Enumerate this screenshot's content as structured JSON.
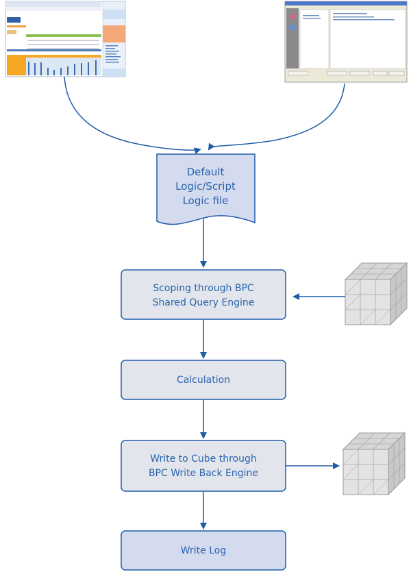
{
  "diagram": {
    "colors": {
      "line": "#1f5ca8",
      "process_fill": "#e2e5ec",
      "highlight_fill": "#d5dbef",
      "text": "#2a63ad",
      "cube": "#bcbcbc"
    },
    "sources": [
      {
        "id": "excel-input-screenshot",
        "label": "Excel input schedule (thumbnail)"
      },
      {
        "id": "data-manager-screenshot",
        "label": "Data Manager package dialog (thumbnail)"
      }
    ],
    "document_node": {
      "lines": [
        "Default",
        "Logic/Script",
        "Logic file"
      ]
    },
    "steps": [
      {
        "id": "scoping",
        "lines": [
          "Scoping through BPC",
          "Shared Query Engine"
        ]
      },
      {
        "id": "calculation",
        "lines": [
          "Calculation"
        ]
      },
      {
        "id": "write-to-cube",
        "lines": [
          "Write to Cube through",
          "BPC Write Back Engine"
        ]
      },
      {
        "id": "write-log",
        "lines": [
          "Write Log"
        ]
      }
    ],
    "cubes": [
      {
        "id": "source-cube",
        "label": "Data cube (read)",
        "direction": "into scoping"
      },
      {
        "id": "target-cube",
        "label": "Data cube (write)",
        "direction": "from write-to-cube"
      }
    ]
  }
}
